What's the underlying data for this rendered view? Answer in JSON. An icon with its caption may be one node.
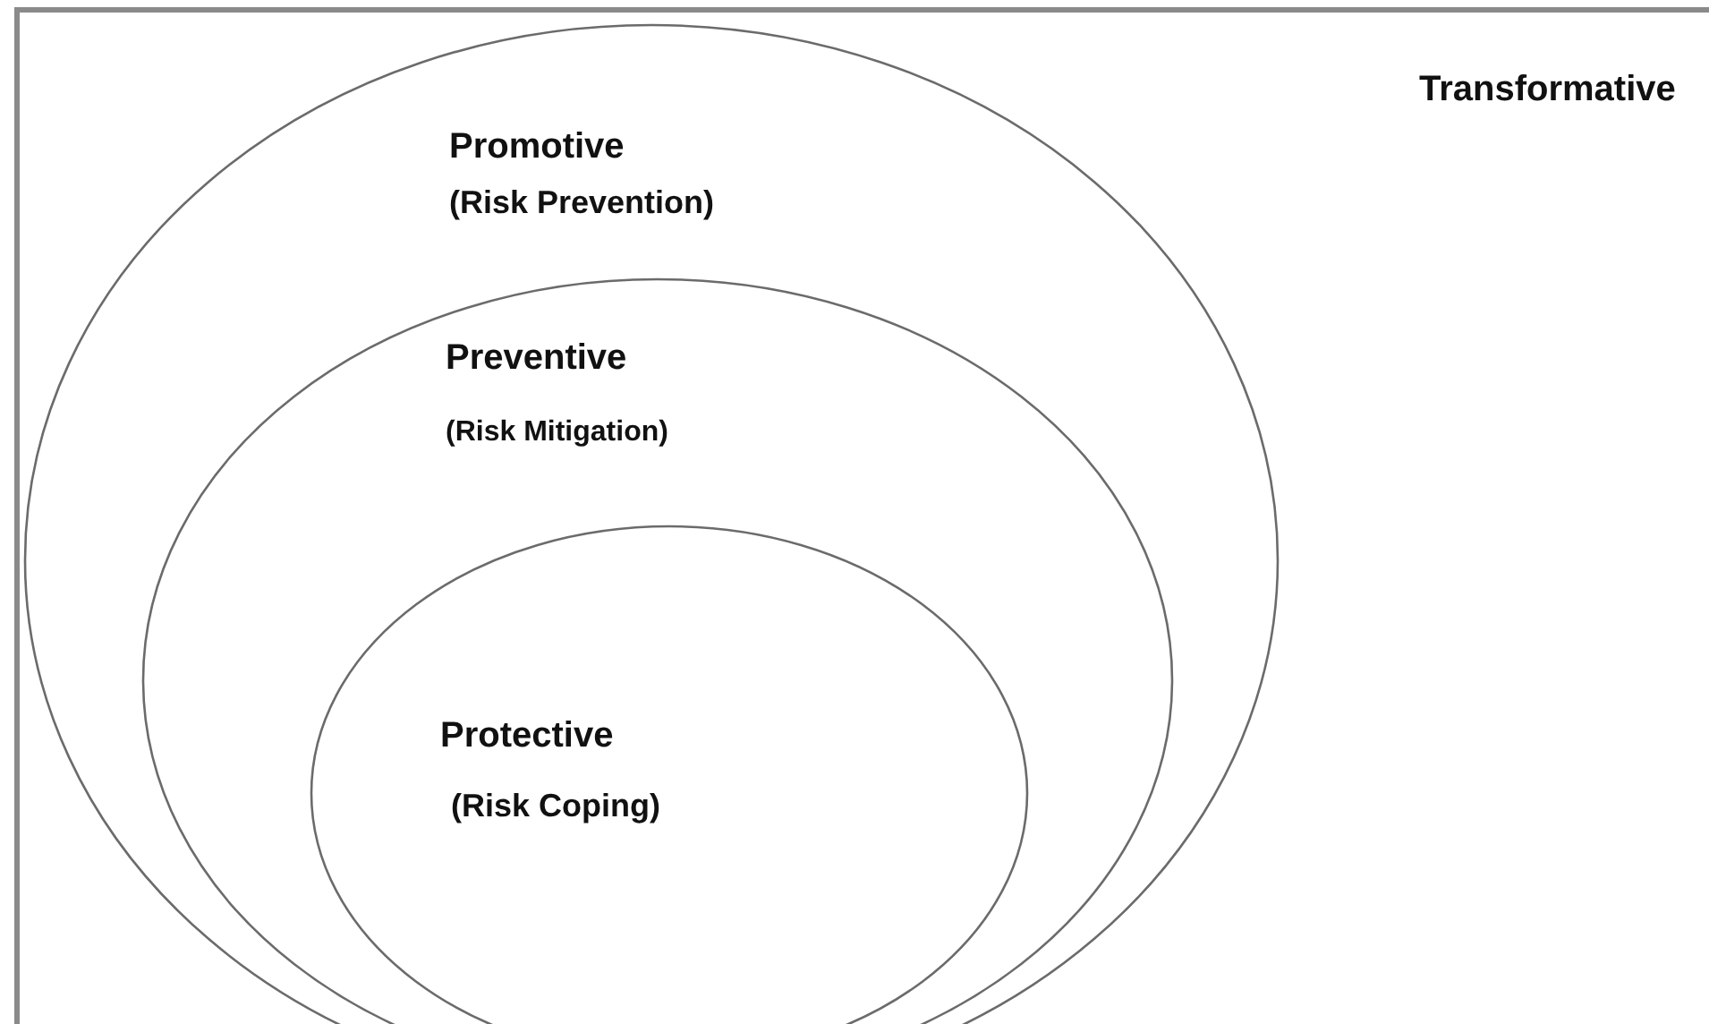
{
  "diagram": {
    "nodes": [
      {
        "text": [
          "Transformative"
        ]
      },
      {
        "text": [
          "Promotive",
          "(Risk Prevention)"
        ],
        "in": 0
      },
      {
        "text": [
          "Preventive",
          "(Risk Mitigation)"
        ],
        "in": 1
      },
      {
        "text": [
          "Protective",
          "(Risk Coping)"
        ],
        "in": 2
      }
    ]
  }
}
